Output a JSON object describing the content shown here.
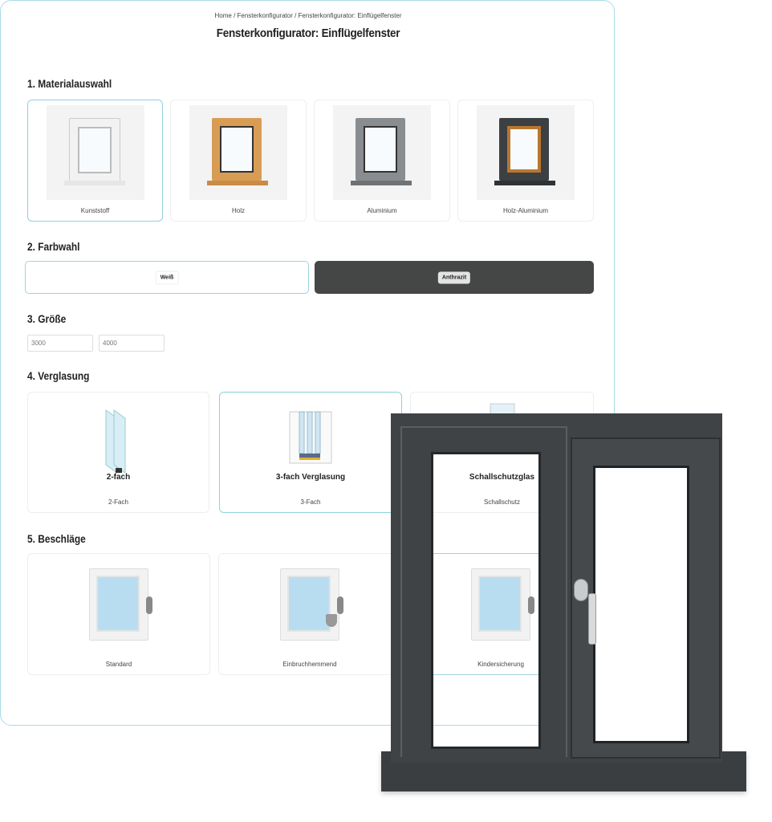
{
  "breadcrumb": "Home / Fensterkonfigurator / Fensterkonfigurator: Einflügelfenster",
  "title": "Fensterkonfigurator: Einflügelfenster",
  "sections": {
    "material": {
      "heading": "1. Materialauswahl",
      "options": [
        "Kunststoff",
        "Holz",
        "Aluminium",
        "Holz-Aluminium"
      ],
      "selected": "Kunststoff"
    },
    "color": {
      "heading": "2. Farbwahl",
      "options": [
        "Weiß",
        "Anthrazit"
      ],
      "selected": "Weiß"
    },
    "size": {
      "heading": "3. Größe",
      "width": "3000",
      "height": "4000"
    },
    "glazing": {
      "heading": "4. Verglasung",
      "options": [
        {
          "image_text": "2-fach",
          "label": "2-Fach"
        },
        {
          "image_text": "3-fach Verglasung",
          "label": "3-Fach"
        },
        {
          "image_text": "Schallschutzglas",
          "label": "Schallschutz"
        }
      ],
      "selected": "3-Fach"
    },
    "fittings": {
      "heading": "5. Beschläge",
      "options": [
        "Standard",
        "Einbruchhemmend",
        "Kindersicherung"
      ]
    }
  },
  "colors": {
    "accent": "#8fd0dc",
    "anthracite": "#454646"
  }
}
